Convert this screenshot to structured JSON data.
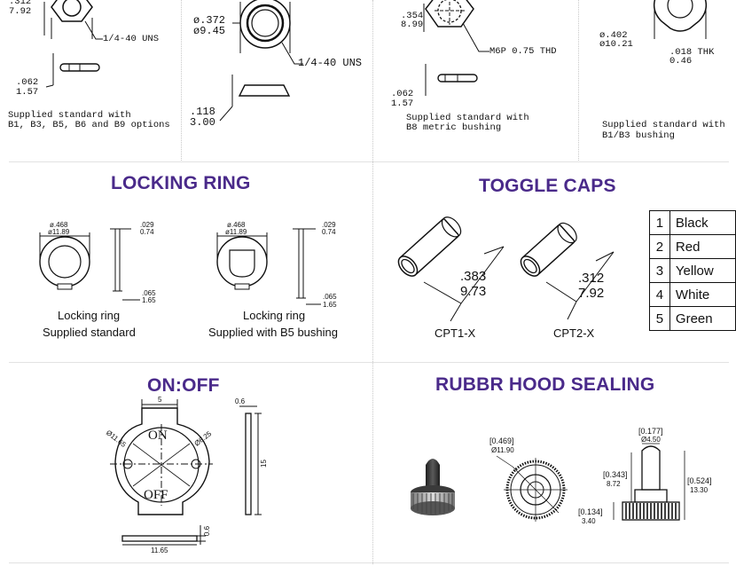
{
  "sections": {
    "locking_ring": "LOCKING RING",
    "toggle_caps": "TOGGLE CAPS",
    "on_off": "ON:OFF",
    "rubber_hood": "RUBBR HOOD SEALING"
  },
  "top_row": {
    "a": {
      "dim1_in": ".312",
      "dim1_mm": "7.92",
      "thread": "1/4-40 UNS",
      "dim2_in": ".062",
      "dim2_mm": "1.57",
      "note_l1": "Supplied standard with",
      "note_l2": "B1, B3, B5, B6 and B9 options"
    },
    "b": {
      "dia_in": "ø.372",
      "dia_mm": "ø9.45",
      "thread": "1/4-40 UNS",
      "h_in": ".118",
      "h_mm": "3.00"
    },
    "c": {
      "dim1_in": ".354",
      "dim1_mm": "8.99",
      "thread": "M6P 0.75 THD",
      "dim2_in": ".062",
      "dim2_mm": "1.57",
      "note_l1": "Supplied standard with",
      "note_l2": "B8 metric bushing"
    },
    "d": {
      "dia_in": "ø.402",
      "dia_mm": "ø10.21",
      "thk_in": ".018 THK",
      "thk_mm": "0.46",
      "note_l1": "Supplied standard with",
      "note_l2": "B1/B3 bushing"
    }
  },
  "locking_ring": {
    "ring1": {
      "dia_in": "ø.468",
      "dia_mm": "ø11.89",
      "t_in": ".029",
      "t_mm": "0.74",
      "h_in": ".065",
      "h_mm": "1.65",
      "caption_l1": "Locking ring",
      "caption_l2": "Supplied standard"
    },
    "ring2": {
      "dia_in": "ø.468",
      "dia_mm": "ø11.89",
      "t_in": ".029",
      "t_mm": "0.74",
      "h_in": ".065",
      "h_mm": "1.65",
      "caption_l1": "Locking ring",
      "caption_l2": "Supplied with B5 bushing"
    }
  },
  "toggle_caps": {
    "cap1": {
      "len_in": ".383",
      "len_mm": "9.73",
      "label": "CPT1-X"
    },
    "cap2": {
      "len_in": ".312",
      "len_mm": "7.92",
      "label": "CPT2-X"
    },
    "colors": [
      {
        "num": "1",
        "name": "Black"
      },
      {
        "num": "2",
        "name": "Red"
      },
      {
        "num": "3",
        "name": "Yellow"
      },
      {
        "num": "4",
        "name": "White"
      },
      {
        "num": "5",
        "name": "Green"
      }
    ]
  },
  "on_off": {
    "top_dim": "5",
    "left_dia": "Ø11.65",
    "right_dia": "Ø6.25",
    "on": "ON",
    "off": "OFF",
    "side_thk": "0.6",
    "side_h": "15",
    "bottom_w": "11.65",
    "bottom_thk": "0.6"
  },
  "rubber_hood": {
    "d1_in": "[0.469]",
    "d1_mm": "Ø11.90",
    "d2_in": "[0.177]",
    "d2_mm": "Ø4.50",
    "h1_in": "[0.343]",
    "h1_mm": "8.72",
    "h2_in": "[0.524]",
    "h2_mm": "13.30",
    "h3_in": "[0.134]",
    "h3_mm": "3.40"
  }
}
